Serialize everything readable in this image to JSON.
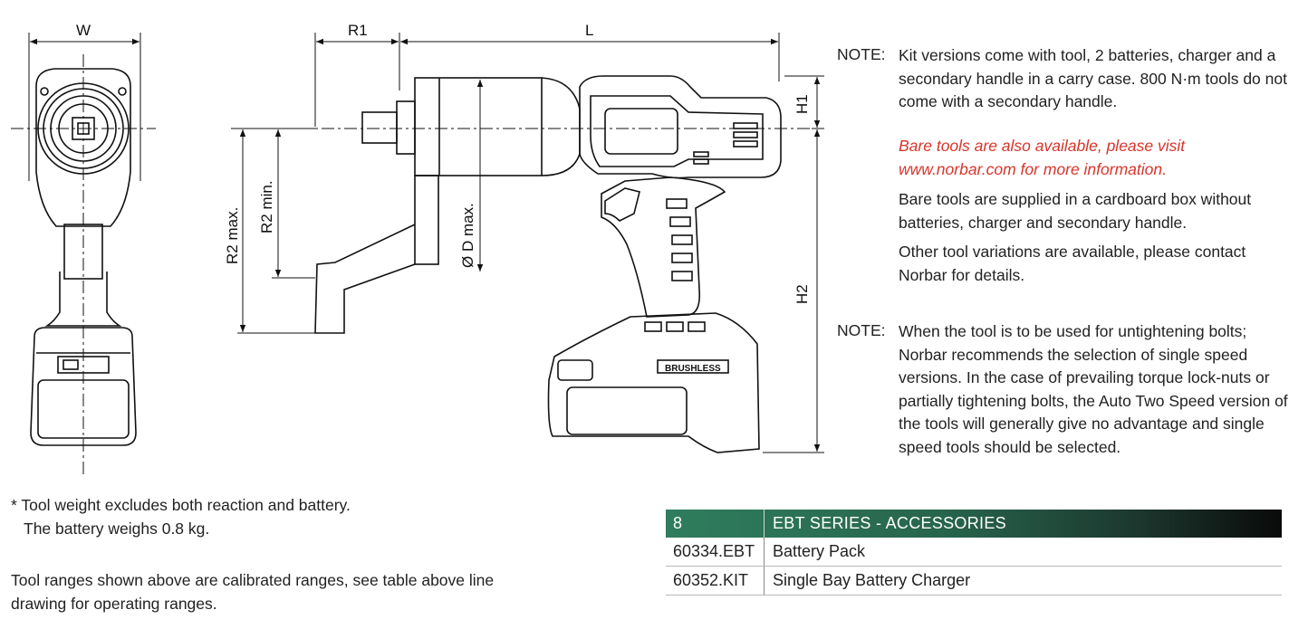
{
  "drawing": {
    "labels": {
      "w": "W",
      "r1": "R1",
      "l": "L",
      "h1": "H1",
      "h2": "H2",
      "r2_max": "R2 max.",
      "r2_min": "R2 min.",
      "d_max": "Ø D max.",
      "brushless": "BRUSHLESS"
    }
  },
  "notes": {
    "note_label": "NOTE:",
    "note1": "Kit versions come with tool, 2 batteries, charger and a secondary handle in a carry case. 800 N·m tools do not come with a secondary handle.",
    "bare_red": "Bare tools are also available, please visit www.norbar.com for more information.",
    "bare_supplied": "Bare tools are supplied in a cardboard box without batteries, charger and secondary handle.",
    "other_variations": "Other tool variations are available, please contact Norbar for details.",
    "note2_label": "NOTE:",
    "note2": "When the tool is to be used for untightening bolts; Norbar recommends the selection of single speed versions. In the case of prevailing torque lock-nuts or partially tightening bolts, the Auto Two Speed version of the tools will generally give no advantage and single speed tools should be selected."
  },
  "footnotes": {
    "weight": "* Tool weight excludes both reaction and battery.",
    "battery": "The battery weighs 0.8 kg.",
    "ranges": "Tool ranges shown above are calibrated ranges, see table above line drawing for operating ranges."
  },
  "accessories": {
    "header": {
      "number": "8",
      "title": "EBT SERIES - ACCESSORIES"
    },
    "rows": [
      {
        "code": "60334.EBT",
        "description": "Battery Pack"
      },
      {
        "code": "60352.KIT",
        "description": "Single Bay Battery Charger"
      }
    ]
  },
  "colors": {
    "accent_green": "#2f7d5e",
    "red_text": "#d9342b"
  }
}
